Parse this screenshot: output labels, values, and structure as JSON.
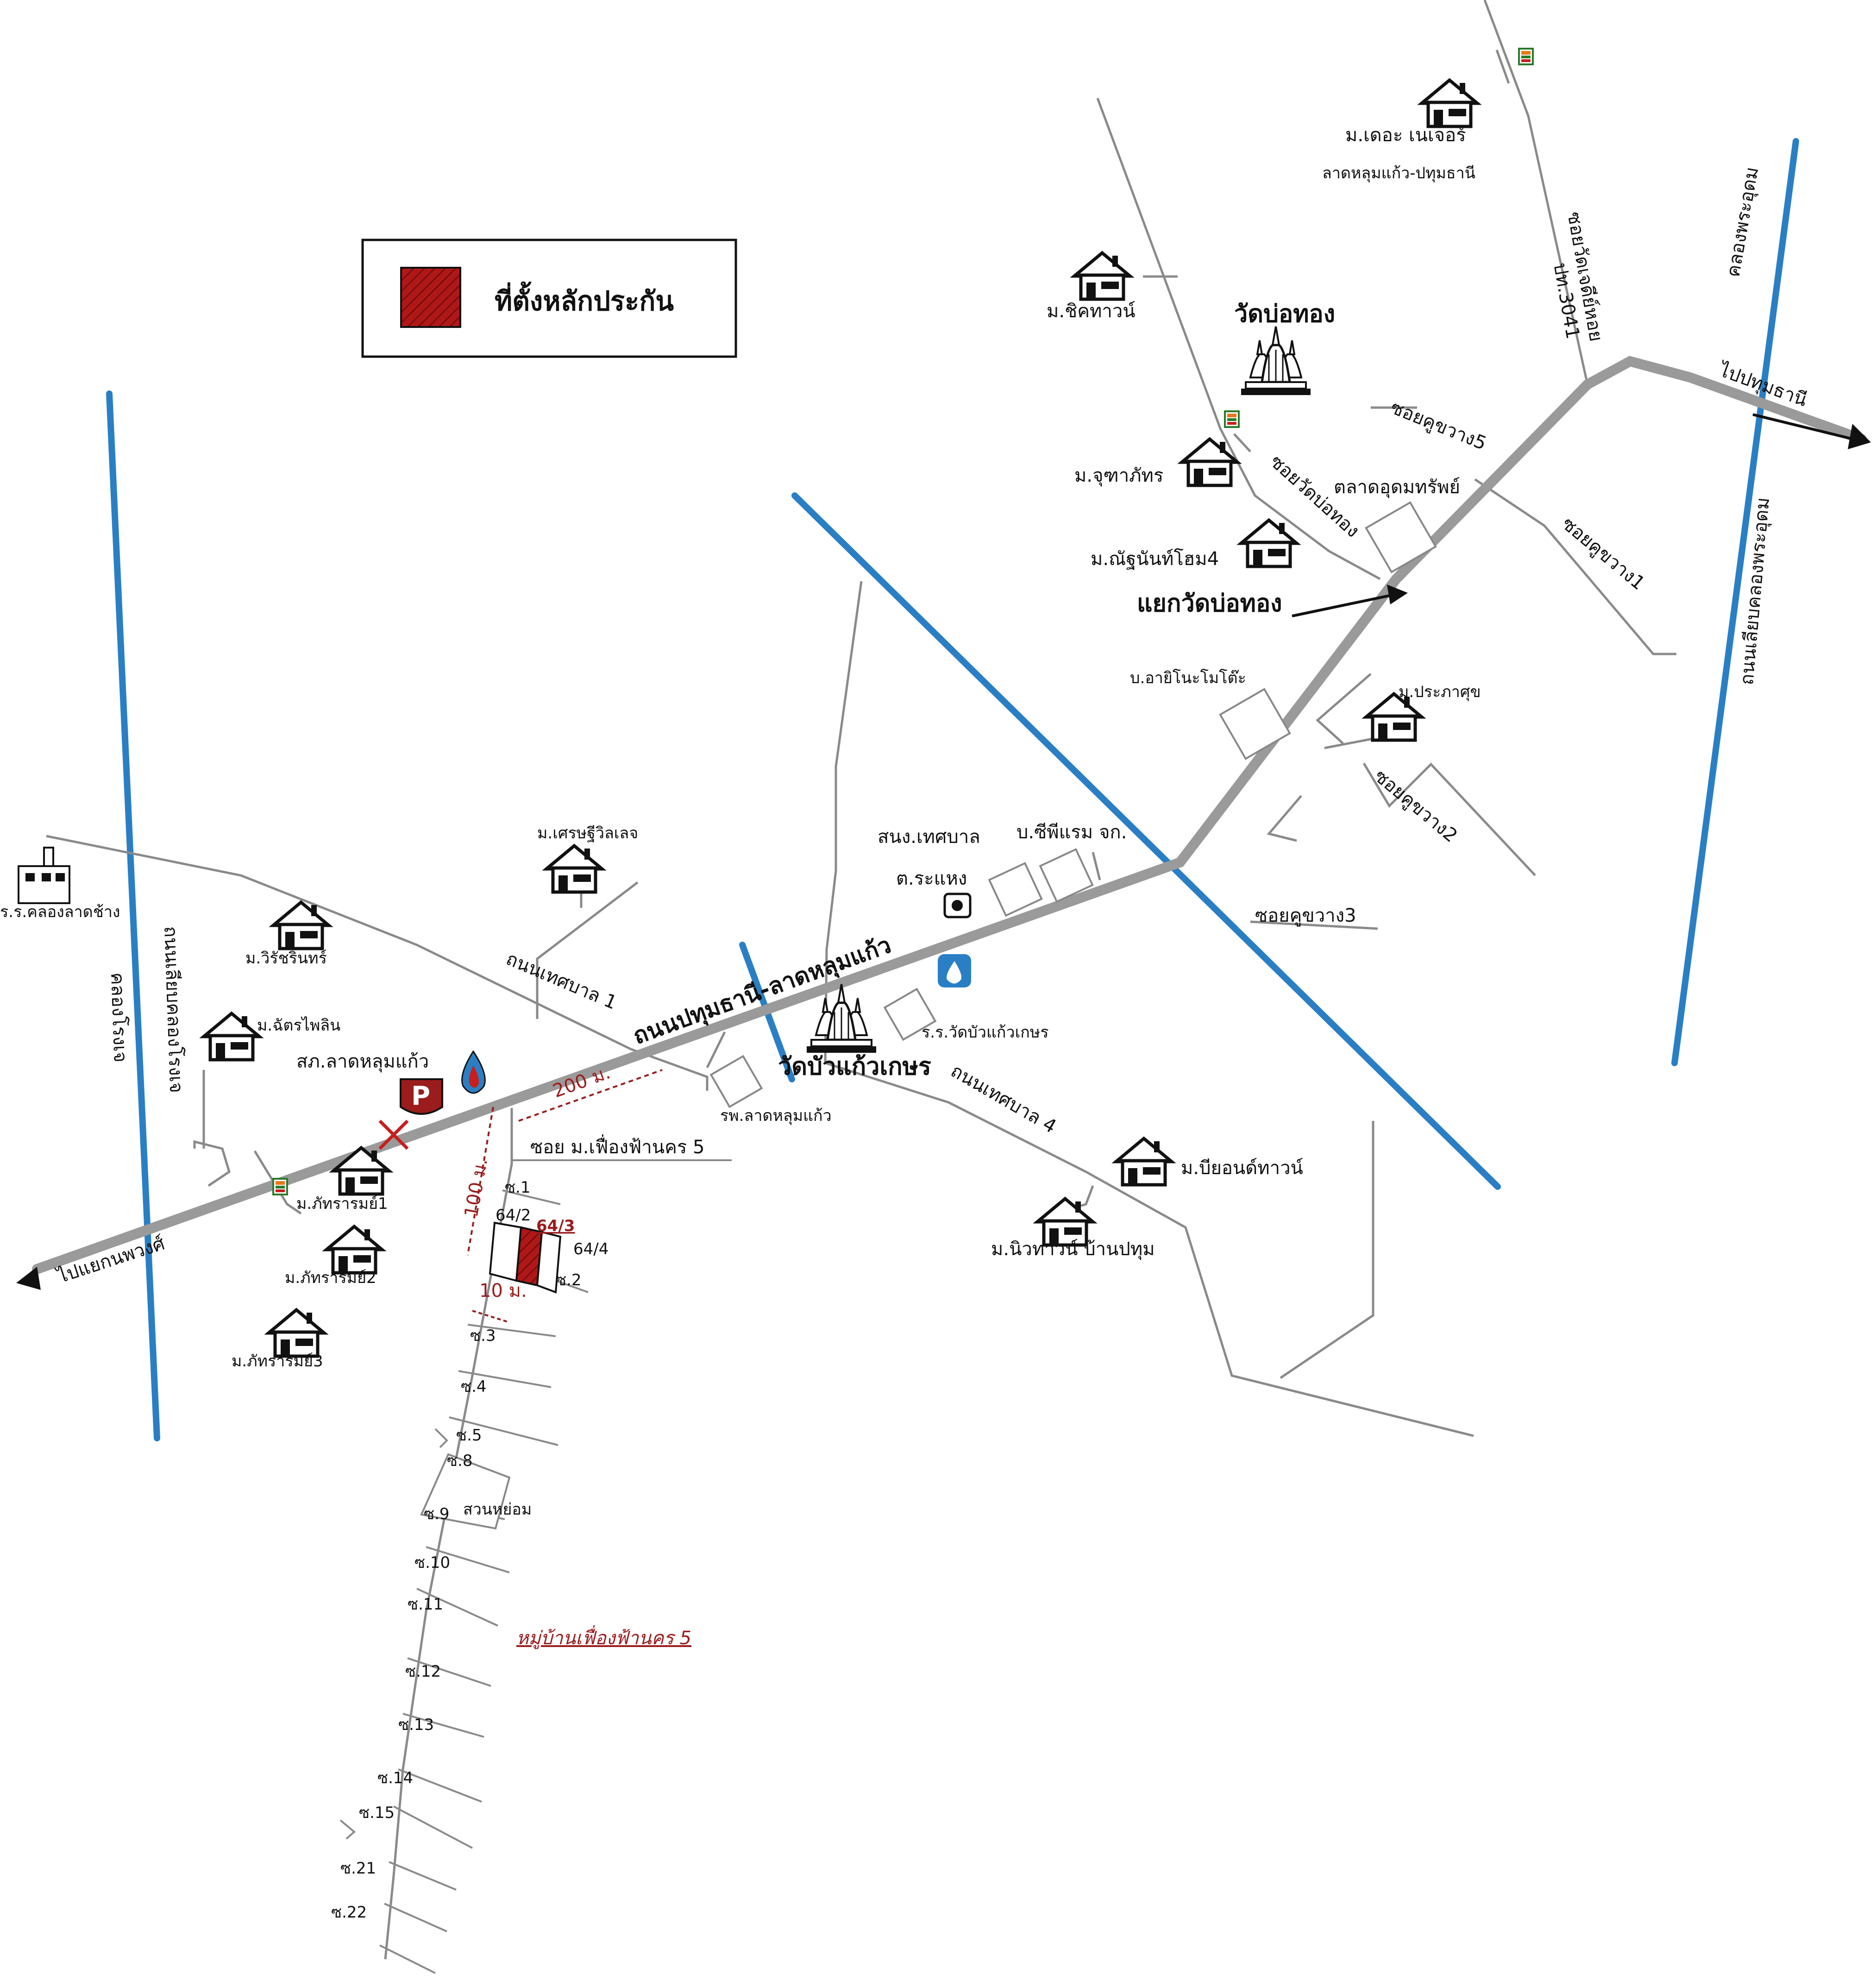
{
  "legend": {
    "label": "ที่ตั้งหลักประกัน",
    "swatch_color": "#b01818"
  },
  "colors": {
    "canal": "#2a7fc4",
    "road": "#9a9a9a",
    "accent_red": "#9b1c1c"
  },
  "roads": {
    "main": "ถนนปทุมธานี-ลาดหลุมแก้ว",
    "to_pathum": "ไปปทุมธานี",
    "to_nong": "ไปแยกนพวงศ์",
    "thesaban1": "ถนนเทศบาล 1",
    "thesaban4": "ถนนเทศบาล 4",
    "pt3041": "ปท.3041",
    "wat_chedi_hoi": "ซอยวัดเจดีย์หอย",
    "wat_bo_thong": "ซอยวัดบ่อทอง",
    "khu_khwang5": "ซอยคูขวาง5",
    "khu_khwang1": "ซอยคูขวาง1",
    "khu_khwang2": "ซอยคูขวาง2",
    "khu_khwang3": "ซอยคูขวาง3",
    "soi_pheuang": "ซอย ม.เฟื่องฟ้านคร 5",
    "canal_road_east": "ถนนเลียบคลองพระอุดม",
    "canal_road_west": "ถนนเลียบคลองโรงเจ"
  },
  "canals": {
    "east": "คลองพระอุดม",
    "west": "คลองโรงเจ"
  },
  "places": {
    "wat_bo_thong": "วัดบ่อทอง",
    "wat_bua": "วัดบัวแก้วเกษร",
    "school_wat_bua": "ร.ร.วัดบัวแก้วเกษร",
    "hospital": "รพ.ลาดหลุมแก้ว",
    "market": "ตลาดอุดมทรัพย์",
    "junction": "แยกวัดบ่อทอง",
    "office_thesaban": "สนง.เทศบาล",
    "ra_haeng": "ต.ระแหง",
    "cp_farm": "บ.ซีพีแรม จก.",
    "ajinomoto": "บ.อายิโนะโมโต๊ะ",
    "police": "สภ.ลาดหลุมแก้ว",
    "school_khlong": "ร.ร.คลองลาดช้าง",
    "the_nature": "ม.เดอะ เนเจอร์",
    "the_nature_sub": "ลาดหลุมแก้ว-ปทุมธานี",
    "chic_town": "ม.ชิคทาวน์",
    "jutha": "ม.จุฑาภัทร",
    "nanthan": "ม.ณัฐนันท์โฮม4",
    "prapasuk": "ม.ประภาศุข",
    "setthi": "ม.เศรษฐีวิลเลจ",
    "wirin": "ม.วิรัชรินทร์",
    "chatpailin": "ม.ฉัตรไพลิน",
    "pattharam1": "ม.ภัทรารมย์1",
    "pattharam2": "ม.ภัทรารมย์2",
    "pattharam3": "ม.ภัทรารมย์3",
    "beyond": "ม.บียอนด์ทาวน์",
    "new_town": "ม.นิวทาวน์ บ้านปทุม",
    "park": "สวนหย่อม",
    "village": "หมู่บ้านเฟื่องฟ้านคร 5"
  },
  "distances": {
    "d200": "200 ม.",
    "d100": "100 ม.",
    "d10": "10 ม."
  },
  "plots": {
    "p642": "64/2",
    "p643": "64/3",
    "p644": "64/4"
  },
  "sois": [
    "ซ.1",
    "ซ.2",
    "ซ.3",
    "ซ.4",
    "ซ.5",
    "ซ.8",
    "ซ.9",
    "ซ.10",
    "ซ.11",
    "ซ.12",
    "ซ.13",
    "ซ.14",
    "ซ.15",
    "ซ.21",
    "ซ.22"
  ]
}
